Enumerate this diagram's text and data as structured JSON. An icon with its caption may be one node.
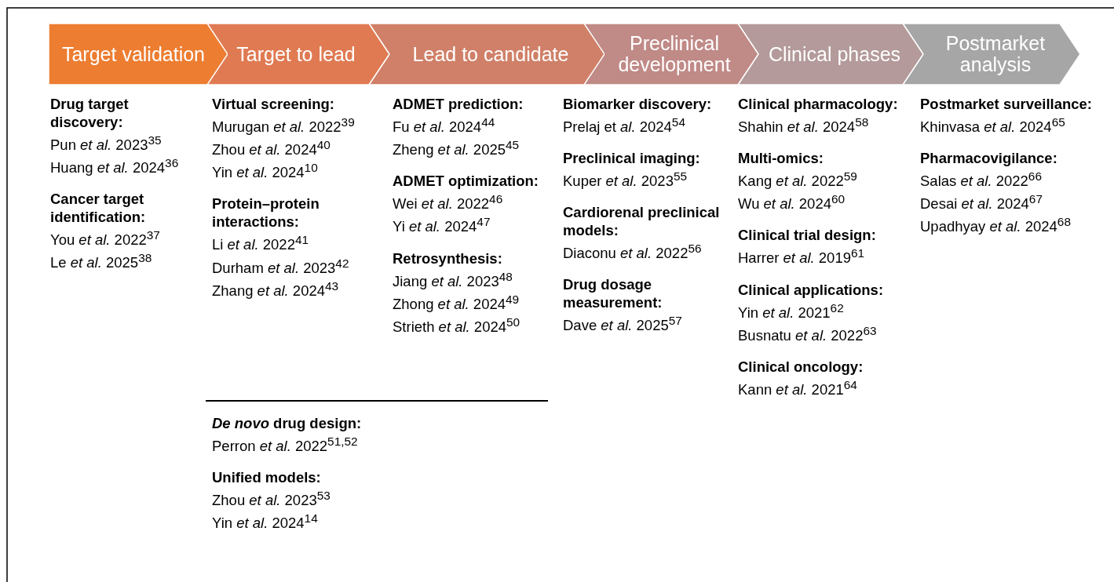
{
  "diagram": {
    "nodes": [
      {
        "text": [
          "Target validation"
        ]
      },
      {
        "text": [
          "Target to lead"
        ]
      },
      {
        "text": [
          "Lead to candidate"
        ]
      },
      {
        "text": [
          "Preclinical development"
        ]
      },
      {
        "text": [
          "Clinical phases"
        ]
      },
      {
        "text": [
          "Postmarket analysis"
        ]
      }
    ],
    "labels": [
      "Drug target discovery:",
      "Pun *et al.* 2023$^{35}$",
      "Huang *et al.* 2024$^{36}$",
      "Cancer target identification:",
      "You *et al.* 2022$^{37}$",
      "Le *et al.* 2025$^{38}$",
      "Virtual screening:",
      "Murugan *et al.* 2022$^{39}$",
      "Zhou *et al.* 2024$^{40}$",
      "Yin *et al.* 2024$^{10}$",
      "Protein–protein interactions:",
      "Li *et al.* 2022$^{41}$",
      "Durham *et al.* 2023$^{42}$",
      "Zhang *et al.* 2024$^{43}$",
      "ADMET prediction:",
      "Fu *et al.* 2024$^{44}$",
      "Zheng *et al.* 2025$^{45}$",
      "ADMET optimization:",
      "Wei *et al.* 2022$^{46}$",
      "Yi *et al.* 2024$^{47}$",
      "Retrosynthesis:",
      "Jiang *et al.* 2023$^{48}$",
      "Zhong *et al.* 2024$^{49}$",
      "Strieth *et al.* 2024$^{50}$",
      "*De novo* drug design:",
      "Perron *et al.* 2022$^{51,52}$",
      "Unified models:",
      "Zhou *et al.* 2023$^{53}$",
      "Yin *et al.* 2024$^{14}$",
      "Biomarker discovery:",
      "Prelaj et *al.* 2024$^{54}$",
      "Preclinical imaging:",
      "Kuper *et al.* 2023$^{55}$",
      "Cardiorenal preclinical models:",
      "Diaconu *et al.* 2022$^{56}$",
      "Drug dosage measurement:",
      "Dave *et al.* 2025$^{57}$",
      "Clinical pharmacology:",
      "Shahin *et al.* 2024$^{58}$",
      "Multi-omics:",
      "Kang *et al.* 2022$^{59}$",
      "Wu *et al.* 2024$^{60}$",
      "Clinical trial design:",
      "Harrer *et al.* 2019$^{61}$",
      "Clinical applications:",
      "Yin *et al.* 2021$^{62}$",
      "Busnatu *et al.* 2022$^{63}$",
      "Clinical oncology:",
      "Kann *et al.* 2021$^{64}$",
      "Postmarket surveillance:",
      "Khinvasa *et al.* 2024$^{65}$",
      "Pharmacovigilance:",
      "Salas *et al.* 2022$^{66}$",
      "Desai *et al.* 2024$^{67}$",
      "Upadhyay *et al.* 2024$^{68}$"
    ]
  }
}
